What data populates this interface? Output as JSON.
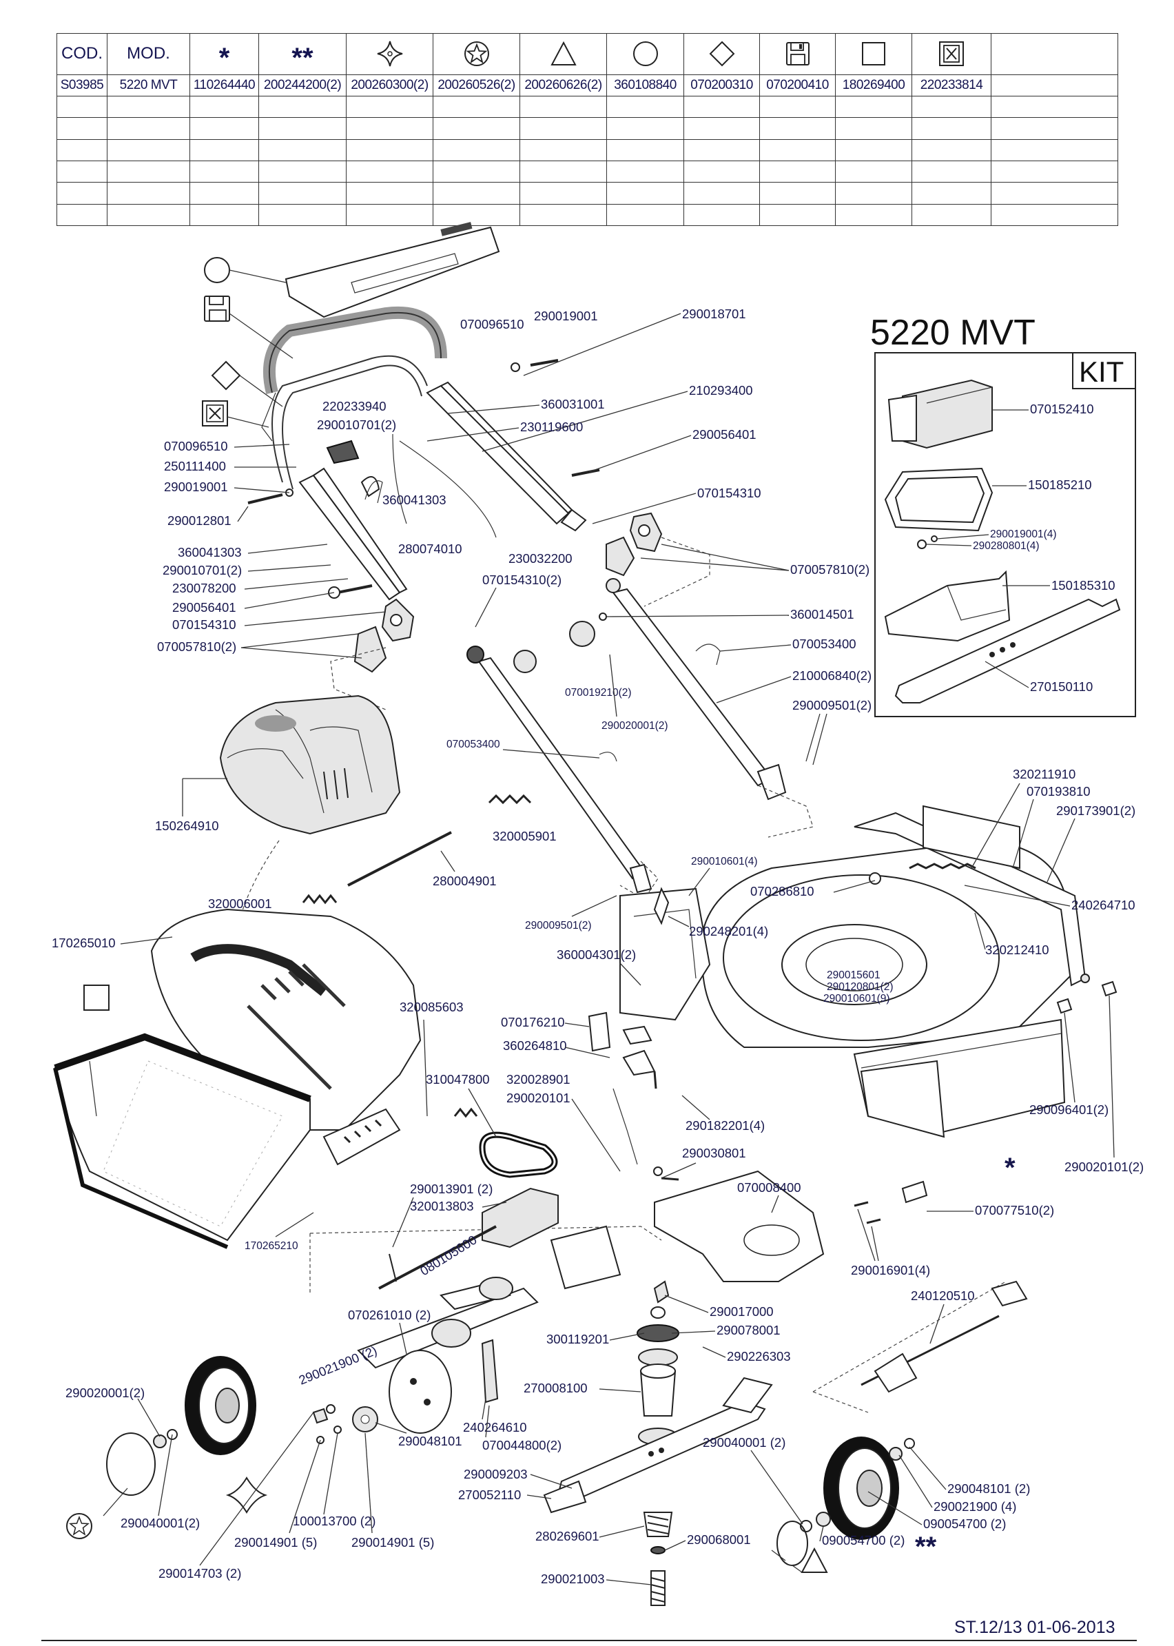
{
  "table": {
    "headers": [
      "COD.",
      "MOD.",
      "*",
      "**",
      "diamond-star-icon",
      "circle-star-icon",
      "triangle-icon",
      "circle-icon",
      "diamond-icon",
      "floppy-icon",
      "square-icon",
      "crossed-box-icon"
    ],
    "header_text": {
      "cod": "COD.",
      "mod": "MOD.",
      "one_star": "*",
      "two_star": "**"
    },
    "row": [
      "S03985",
      "5220 MVT",
      "110264440",
      "200244200(2)",
      "200260300(2)",
      "200260526(2)",
      "200260626(2)",
      "360108840",
      "070200310",
      "070200410",
      "180269400",
      "220233814"
    ],
    "blank_rows": 6
  },
  "title": "5220 MVT",
  "kit": {
    "label": "KIT",
    "parts": [
      "070152410",
      "150185210",
      "290019001(4)",
      "290280801(4)",
      "150185310",
      "270150110"
    ]
  },
  "callouts": [
    "070096510",
    "290019001",
    "290018701",
    "220233940",
    "290010701(2)",
    "360031001",
    "210293400",
    "230119600",
    "070096510",
    "250111400",
    "290019001",
    "290012801",
    "360041303",
    "290056401",
    "070154310",
    "360041303",
    "290010701(2)",
    "230078200",
    "290056401",
    "070154310",
    "070057810(2)",
    "280074010",
    "230032200",
    "070154310(2)",
    "070057810(2)",
    "360014501",
    "070053400",
    "210006840(2)",
    "070019210(2)",
    "290020001(2)",
    "290009501(2)",
    "070053400",
    "150264910",
    "320005901",
    "280004901",
    "320006001",
    "320211910",
    "070193810",
    "290173901(2)",
    "290010601(4)",
    "070286810",
    "240264710",
    "290009501(2)",
    "290248201(4)",
    "360004301(2)",
    "320212410",
    "170265010",
    "290015601",
    "290120801(2)",
    "290010601(9)",
    "320085603",
    "070176210",
    "360264810",
    "310047800",
    "320028901",
    "290020101",
    "290182201(4)",
    "290096401(2)",
    "290030801",
    "290020101(2)",
    "070008400",
    "290013901 (2)",
    "320013803",
    "080105600",
    "170265210",
    "070077510(2)",
    "290016901(4)",
    "070261010 (2)",
    "290017000",
    "240120510",
    "290078001",
    "300119201",
    "290226303",
    "290021900 (2)",
    "270008100",
    "290020001(2)",
    "240264610",
    "290048101",
    "070044800(2)",
    "290040001 (2)",
    "290048101 (2)",
    "290009203",
    "290021900 (4)",
    "270052110",
    "090054700 (2)",
    "290040001(2)",
    "100013700 (2)",
    "280269601",
    "290068001",
    "090054700 (2)",
    "290014901 (5)",
    "290014901 (5)",
    "290014703 (2)",
    "290021003"
  ],
  "symbols": {
    "asterisk": "*",
    "double_asterisk": "**"
  },
  "footer": "ST.12/13  01-06-2013"
}
